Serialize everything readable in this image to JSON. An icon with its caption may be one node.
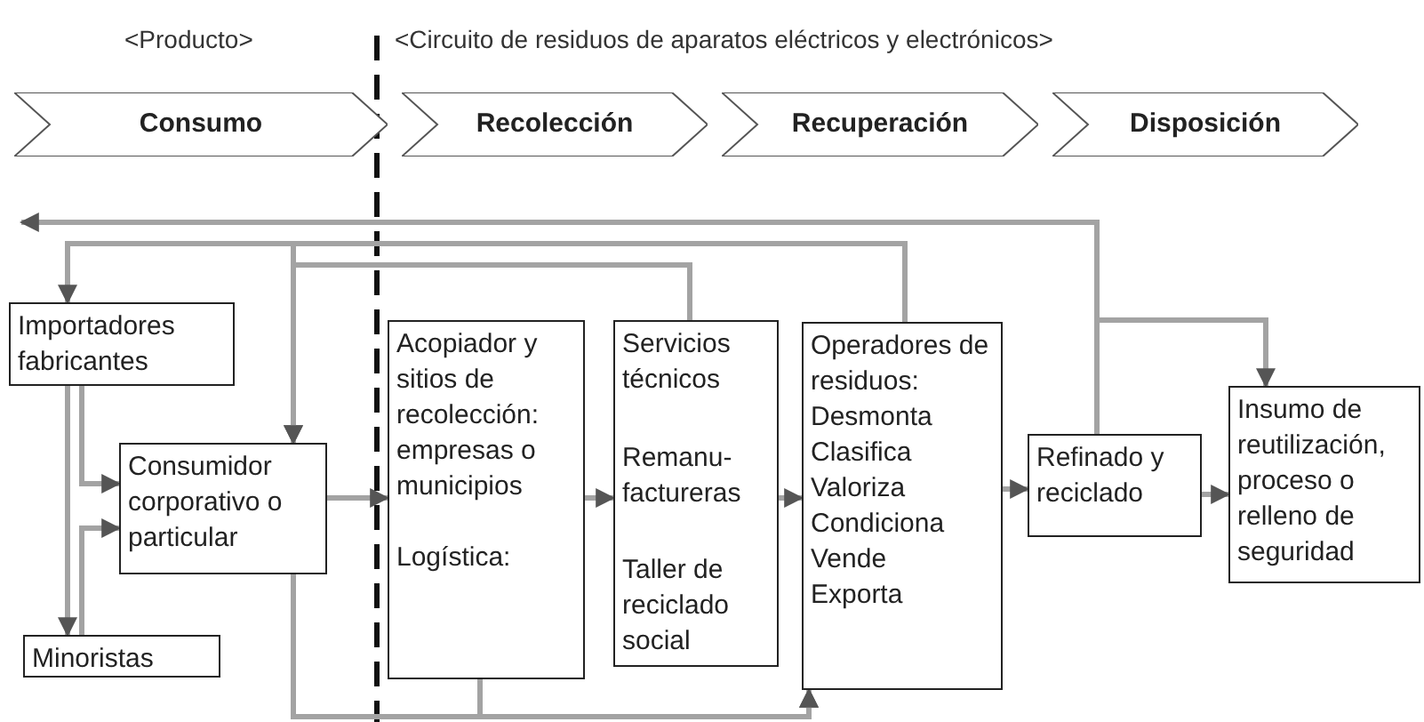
{
  "diagram": {
    "nodes": [
      {
        "text": [
          "Consumo"
        ]
      },
      {
        "text": [
          "Recolección"
        ]
      },
      {
        "text": [
          "Recuperación"
        ]
      },
      {
        "text": [
          "Disposición"
        ]
      },
      {
        "text": [
          "Importadores fabricantes"
        ]
      },
      {
        "text": [
          "Consumidor corporativo o particular"
        ]
      },
      {
        "text": [
          "Minoristas"
        ]
      },
      {
        "text": [
          "Acopiador y sitios de recolección: empresas o municipios",
          "Logística:"
        ]
      },
      {
        "text": [
          "Servicios técnicos",
          "Remanu- factureras",
          "Taller de reciclado social"
        ]
      },
      {
        "text": [
          "Operadores de residuos:",
          "Desmonta",
          "Clasifica",
          "Valoriza",
          "Condiciona",
          "Vende",
          "Exporta"
        ]
      },
      {
        "text": [
          "Refinado y reciclado"
        ]
      },
      {
        "text": [
          "Insumo de reutilización, proceso o relleno de seguridad"
        ]
      }
    ],
    "edges": [
      {
        "from": 4,
        "to": 6,
        "arrow": "to"
      },
      {
        "from": 4,
        "to": 5,
        "arrow": "to"
      },
      {
        "from": 6,
        "to": 5,
        "arrow": "to"
      },
      {
        "from": 5,
        "to": 7,
        "arrow": "to"
      },
      {
        "from": 7,
        "to": 8,
        "arrow": "to"
      },
      {
        "from": 8,
        "to": 9,
        "arrow": "to"
      },
      {
        "from": 9,
        "to": 10,
        "arrow": "to"
      },
      {
        "from": 10,
        "to": 11,
        "arrow": "to"
      },
      {
        "from": 10,
        "to": null,
        "arrow": "to"
      },
      {
        "from": 10,
        "to": 11,
        "arrow": "to"
      },
      {
        "from": 9,
        "to": 4,
        "arrow": "to"
      },
      {
        "from": 9,
        "to": 5,
        "arrow": "to"
      },
      {
        "from": 8,
        "to": 5,
        "arrow": "to"
      },
      {
        "from": 5,
        "to": 9,
        "arrow": "to"
      },
      {
        "from": 7,
        "to": 9,
        "arrow": "to"
      }
    ],
    "labels": [
      "<Producto>",
      "<Circuito de residuos de aparatos eléctricos y electrónicos>"
    ]
  }
}
